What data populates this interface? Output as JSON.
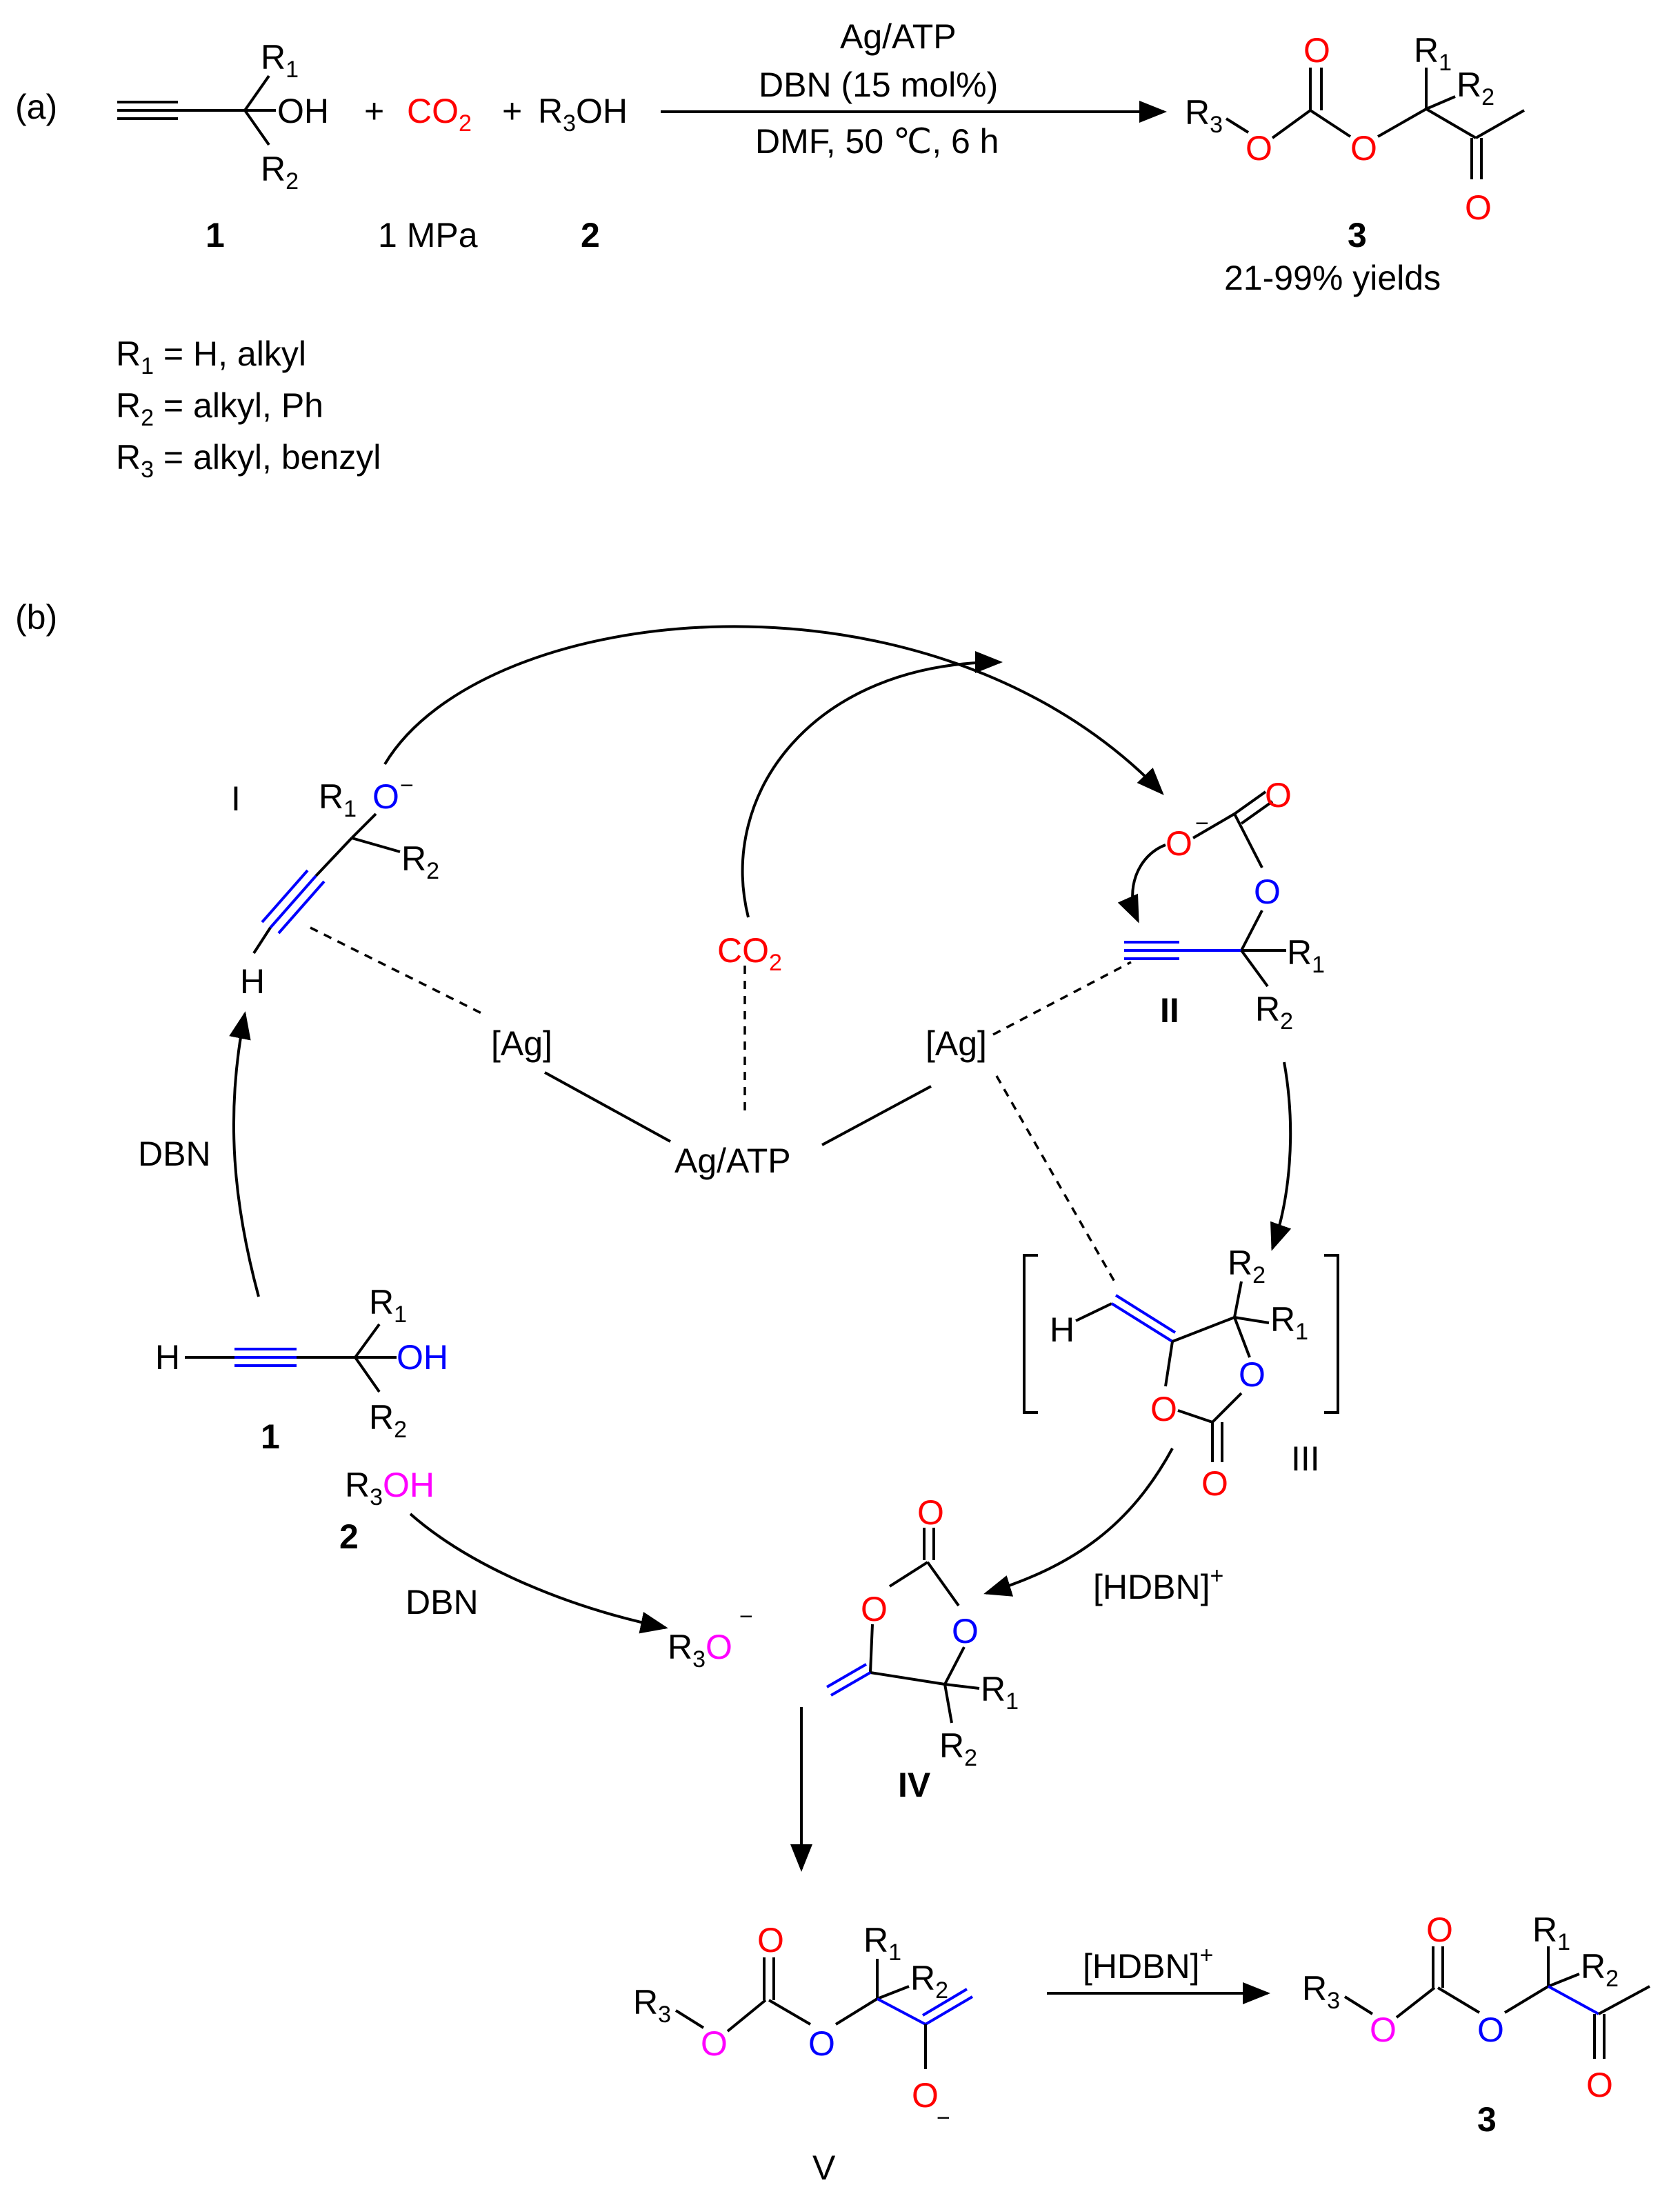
{
  "panel_a": {
    "label": "(a)",
    "conditions": {
      "line1": "Ag/ATP",
      "line2": "DBN (15 mol%)",
      "line3": "DMF,  50 ℃, 6 h"
    },
    "pressure": "1 MPa",
    "plus": "+",
    "co2": "CO",
    "co2_sub": "2",
    "r3oh": {
      "r": "R",
      "sub": "3",
      "oh": "OH"
    },
    "compound_1": "1",
    "compound_2": "2",
    "compound_3": "3",
    "yields": "21-99% yields",
    "r_groups": [
      {
        "r": "R",
        "sub": "1",
        "def": " = H, alkyl"
      },
      {
        "r": "R",
        "sub": "2",
        "def": " = alkyl, Ph"
      },
      {
        "r": "R",
        "sub": "3",
        "def": " = alkyl, benzyl"
      }
    ],
    "atoms": {
      "oh": "OH",
      "o": "O",
      "r": "R",
      "sub1": "1",
      "sub2": "2",
      "sub3": "3"
    }
  },
  "panel_b": {
    "label": "(b)",
    "intermediates": [
      "I",
      "II",
      "III",
      "IV",
      "V"
    ],
    "catalyst": "Ag/ATP",
    "ag": "[Ag]",
    "dbn": "DBN",
    "hdbn": "[HDBN]",
    "plus_sup": "+",
    "minus": "−",
    "co2": "CO",
    "co2_sub": "2",
    "compound_1": "1",
    "compound_2": "2",
    "compound_3": "3",
    "atoms": {
      "h": "H",
      "oh": "OH",
      "o": "O",
      "r": "R",
      "sub1": "1",
      "sub2": "2",
      "sub3": "3"
    }
  }
}
